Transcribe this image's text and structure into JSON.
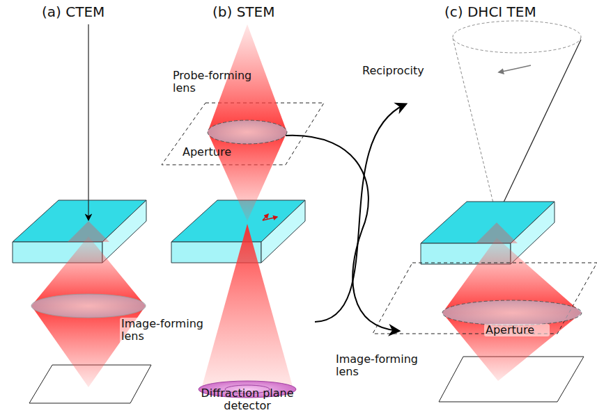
{
  "diagram": {
    "labels": [
      "(a) CTEM",
      "(b) STEM",
      "(c) DHCI TEM",
      "Probe-forming lens",
      "Aperture",
      "Reciprocity",
      "Image-forming lens",
      "Diffraction plane detector",
      "Image-forming lens",
      "Aperture"
    ]
  }
}
